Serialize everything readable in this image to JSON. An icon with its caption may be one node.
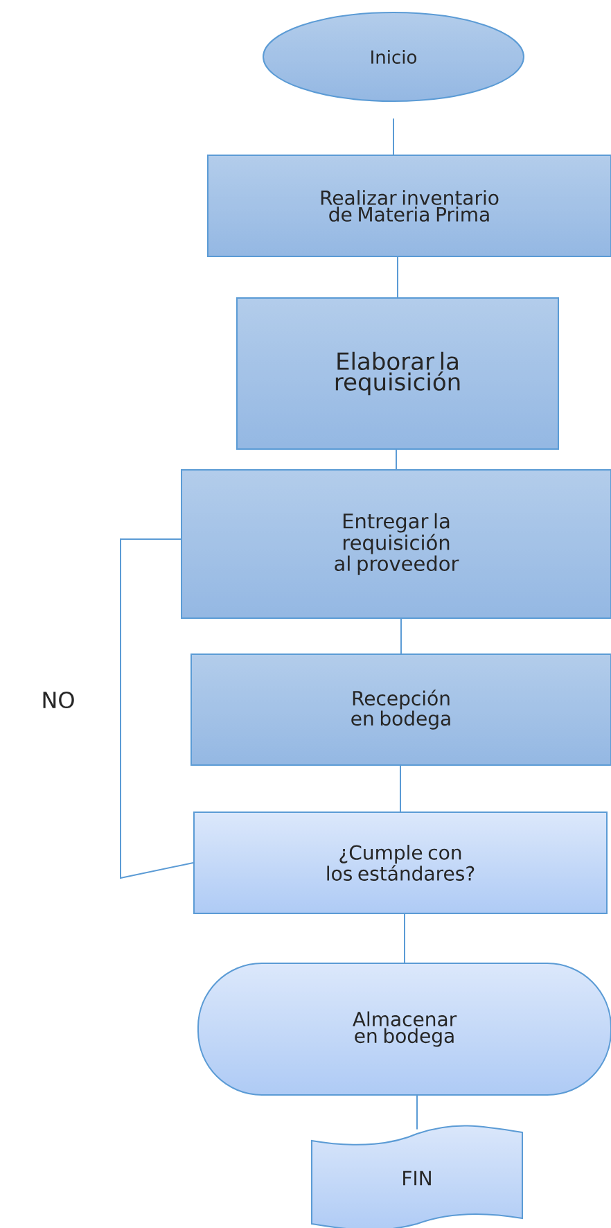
{
  "diagram": {
    "nodes": [
      {
        "text": [
          "Inicio"
        ]
      },
      {
        "text": [
          "Realizar inventario de Materia Prima"
        ]
      },
      {
        "text": [
          "Elaborar la requisición"
        ]
      },
      {
        "text": [
          "Entregar la requisición al proveedor"
        ]
      },
      {
        "text": [
          "Recepción en bodega"
        ]
      },
      {
        "text": [
          "¿Cumple con los estándares?"
        ]
      },
      {
        "text": [
          "Almacenar en bodega"
        ]
      },
      {
        "text": [
          "FIN"
        ]
      }
    ],
    "edges": [
      {
        "from": 0,
        "to": 1,
        "arrow": "none"
      },
      {
        "from": 1,
        "to": 2,
        "arrow": "none"
      },
      {
        "from": 2,
        "to": 3,
        "arrow": "none"
      },
      {
        "from": 3,
        "to": 4,
        "arrow": "none"
      },
      {
        "from": 4,
        "to": 5,
        "arrow": "none"
      },
      {
        "from": 5,
        "to": 3,
        "arrow": "none",
        "label": "NO"
      },
      {
        "from": 5,
        "to": 6,
        "arrow": "none"
      },
      {
        "from": 6,
        "to": 7,
        "arrow": "none"
      }
    ]
  }
}
